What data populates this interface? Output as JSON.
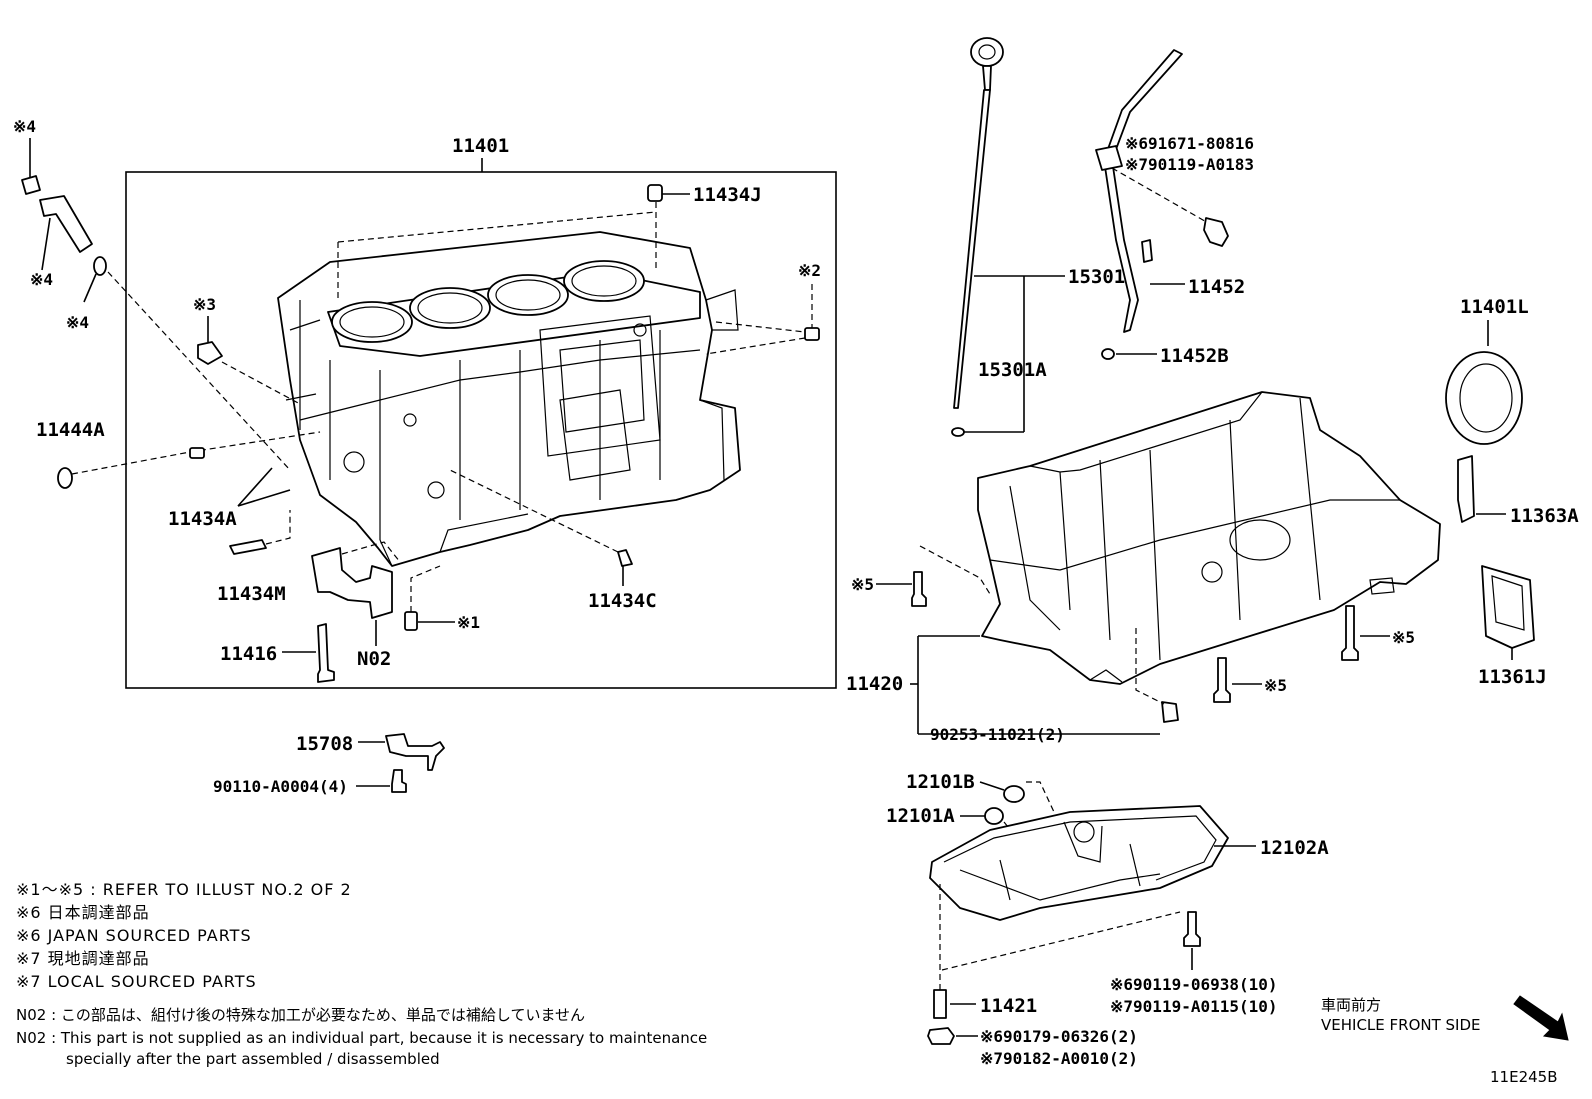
{
  "labels": {
    "p11401": "11401",
    "p11434J": "11434J",
    "p11434A": "11434A",
    "p11434M": "11434M",
    "p11434C": "11434C",
    "p11444A": "11444A",
    "p11416": "11416",
    "pN02": "N02",
    "p15708": "15708",
    "p90110": "90110-A0004(4)",
    "p15301": "15301",
    "p15301A": "15301A",
    "p11452": "11452",
    "p11452B": "11452B",
    "p691671": "※691671-80816",
    "p790119a": "※790119-A0183",
    "p11401L": "11401L",
    "p11363A": "11363A",
    "p11361J": "11361J",
    "p11420": "11420",
    "p90253": "90253-11021(2)",
    "p12101B": "12101B",
    "p12101A": "12101A",
    "p12102A": "12102A",
    "p11421": "11421",
    "p690119": "※690119-06938(10)",
    "p790119b": "※790119-A0115(10)",
    "p690179": "※690179-06326(2)",
    "p790182": "※790182-A0010(2)",
    "ref1": "※1",
    "ref2": "※2",
    "ref3": "※3",
    "ref4a": "※4",
    "ref4b": "※4",
    "ref4c": "※4",
    "ref5a": "※5",
    "ref5b": "※5",
    "ref5c": "※5"
  },
  "notes": [
    "※1～※5 : REFER TO ILLUST NO.2 OF 2",
    "※6 日本調達部品",
    "※6 JAPAN SOURCED PARTS",
    "※7 現地調達部品",
    "※7 LOCAL SOURCED PARTS"
  ],
  "n02_notes": [
    "N02 : この部品は、組付け後の特殊な加工が必要なため、単品では補給していません",
    "N02 : This part is not supplied as an individual part, because it is necessary to maintenance",
    "specially after the part assembled / disassembled"
  ],
  "front": {
    "jp": "車両前方",
    "en": "VEHICLE FRONT SIDE"
  },
  "illustration_id": "11E245B"
}
